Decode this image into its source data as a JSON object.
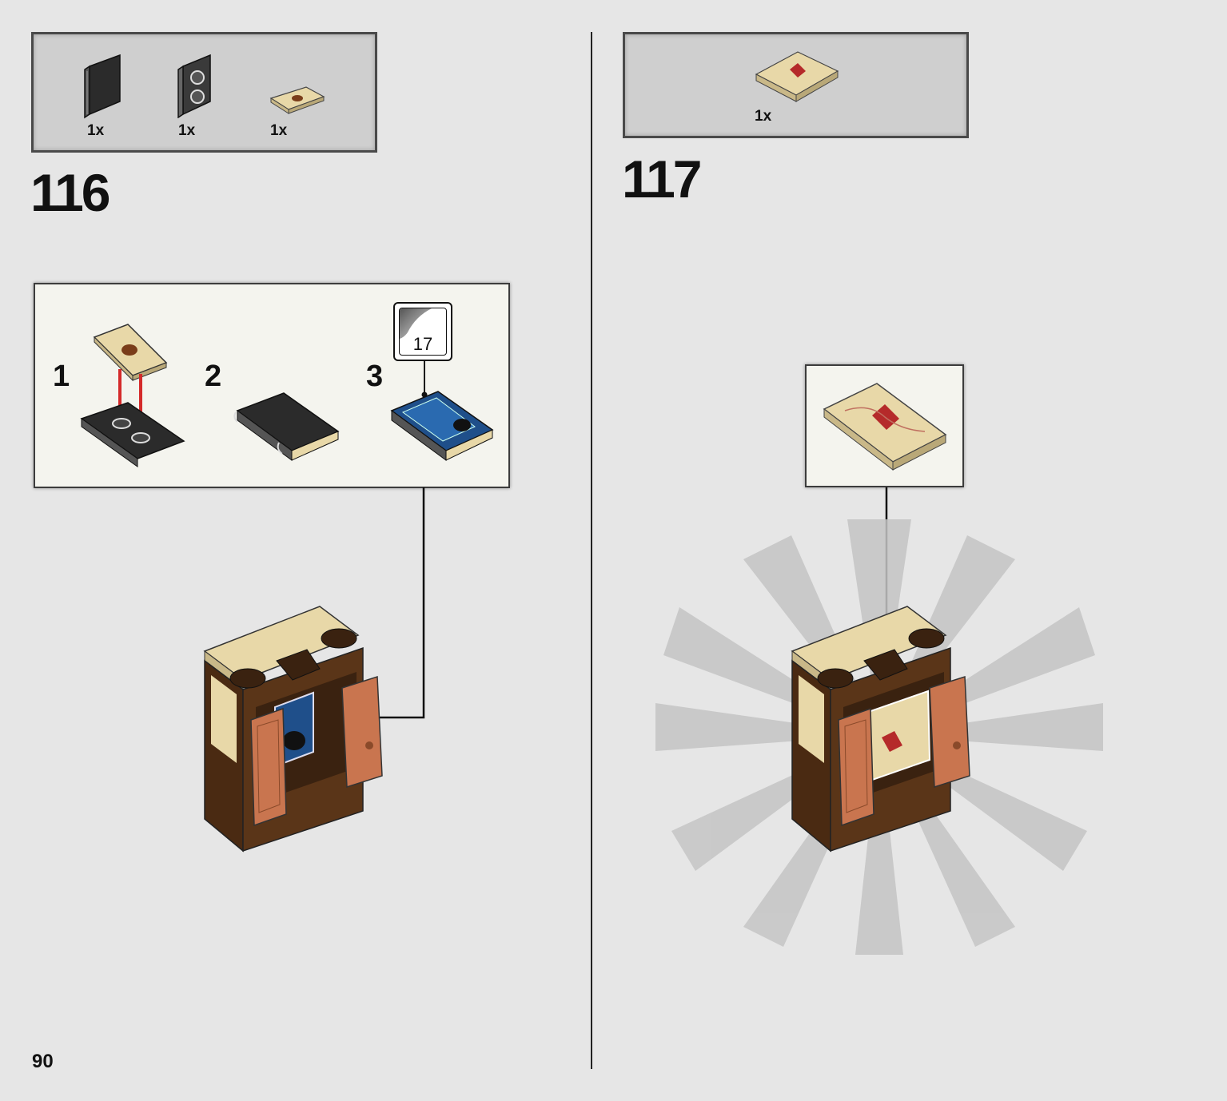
{
  "step116": {
    "number": "116",
    "parts": [
      {
        "qty": "1x",
        "icon": "black-book-part-icon"
      },
      {
        "qty": "1x",
        "icon": "black-hinge-plate-part-icon"
      },
      {
        "qty": "1x",
        "icon": "tan-printed-tile-part-icon"
      }
    ],
    "substeps": [
      "1",
      "2",
      "3"
    ],
    "sticker_number": "17"
  },
  "step117": {
    "number": "117",
    "parts": [
      {
        "qty": "1x",
        "icon": "marauders-map-tile-part-icon"
      }
    ]
  },
  "page_number": "90",
  "colors": {
    "page_bg": "#e6e6e6",
    "parts_box_bg": "#cfcfcf",
    "substep_box_bg": "#f4f4ee",
    "cabinet_dark": "#4a2a12",
    "cabinet_tan": "#e8d8a8",
    "door_orange": "#c9754f",
    "book_blue": "#1f4f8a",
    "arrow_red": "#d42a2a"
  }
}
